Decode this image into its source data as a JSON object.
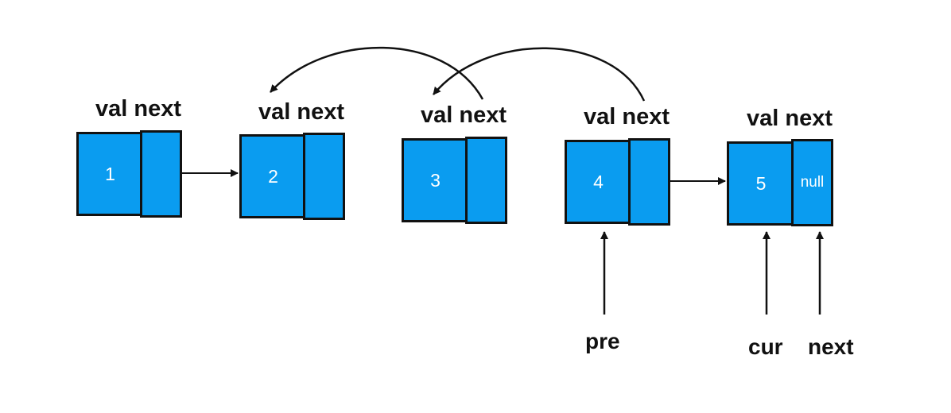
{
  "nodes": [
    {
      "header": "val next",
      "value": "1",
      "next_text": ""
    },
    {
      "header": "val next",
      "value": "2",
      "next_text": ""
    },
    {
      "header": "val next",
      "value": "3",
      "next_text": ""
    },
    {
      "header": "val next",
      "value": "4",
      "next_text": ""
    },
    {
      "header": "val next",
      "value": "5",
      "next_text": "null"
    }
  ],
  "pointers": {
    "pre": "pre",
    "cur": "cur",
    "next": "next"
  },
  "colors": {
    "node_fill": "#0a9cf0",
    "stroke": "#111111",
    "text": "#ffffff"
  }
}
